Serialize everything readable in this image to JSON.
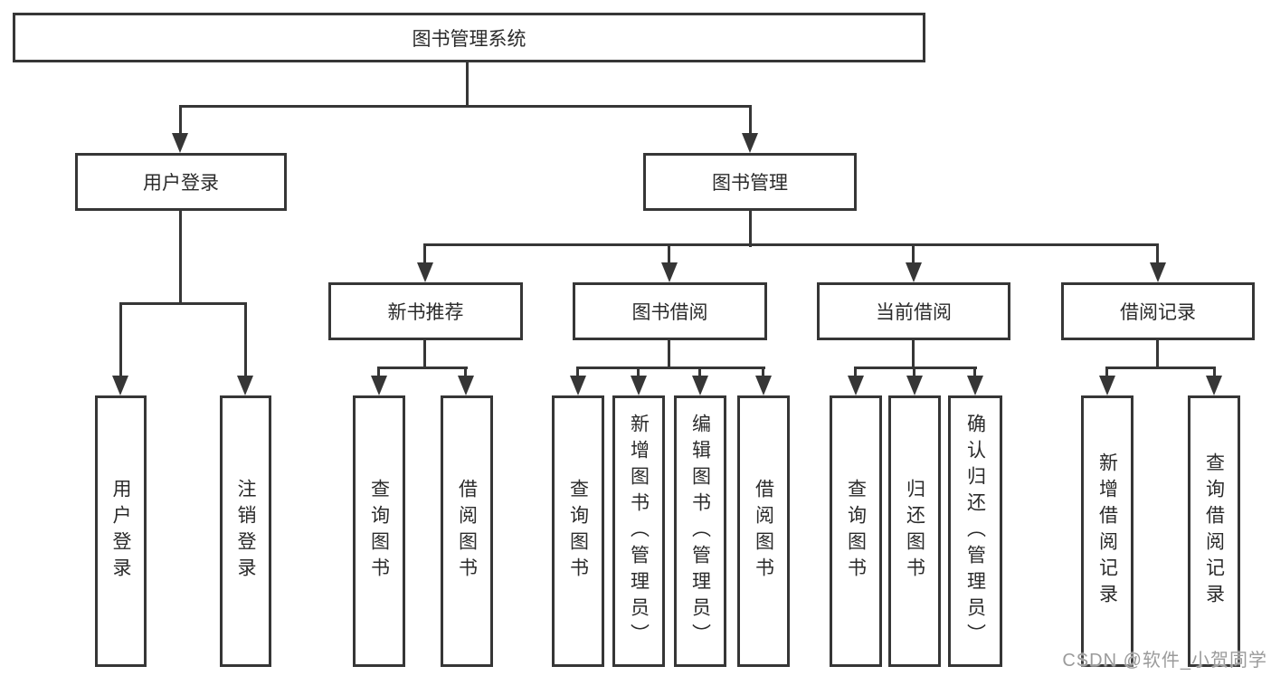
{
  "tree": {
    "label": "图书管理系统",
    "children": [
      {
        "label": "用户登录",
        "children": [
          {
            "label": "用户登录"
          },
          {
            "label": "注销登录"
          }
        ]
      },
      {
        "label": "图书管理",
        "children": [
          {
            "label": "新书推荐",
            "children": [
              {
                "label": "查询图书"
              },
              {
                "label": "借阅图书"
              }
            ]
          },
          {
            "label": "图书借阅",
            "children": [
              {
                "label": "查询图书"
              },
              {
                "label": "新增图书（管理员）"
              },
              {
                "label": "编辑图书（管理员）"
              },
              {
                "label": "借阅图书"
              }
            ]
          },
          {
            "label": "当前借阅",
            "children": [
              {
                "label": "查询图书"
              },
              {
                "label": "归还图书"
              },
              {
                "label": "确认归还（管理员）"
              }
            ]
          },
          {
            "label": "借阅记录",
            "children": [
              {
                "label": "新增借阅记录"
              },
              {
                "label": "查询借阅记录"
              }
            ]
          }
        ]
      }
    ]
  },
  "watermark": {
    "text": "CSDN @软件_小贺同学"
  },
  "colors": {
    "line": "#363636",
    "box_border": "#363636",
    "text": "#2b2b2b",
    "background": "#ffffff",
    "watermark": "#9b9b9b"
  }
}
